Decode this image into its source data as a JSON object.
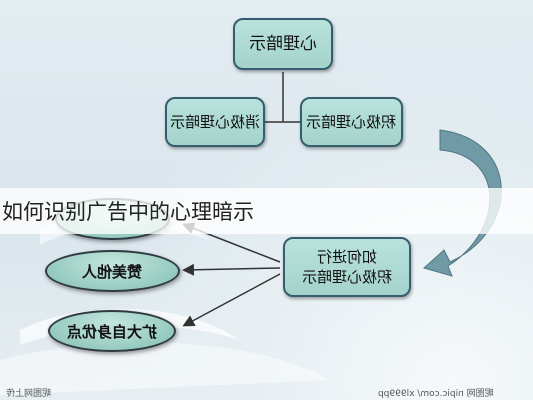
{
  "diagram": {
    "top_node": "心理暗示",
    "left_node": "消极心理暗示",
    "right_node": "积极心理暗示",
    "bottom_node": "如何进行\n积极心理暗示",
    "left_oval": "赞美他人",
    "right_oval": "扩大自身优点"
  },
  "banner": {
    "title": "如何识别广告中的心理暗示"
  },
  "watermark": {
    "left": "昵图网上传",
    "right": "昵图网 nipic.com/ xl999pp"
  },
  "colors": {
    "node_fill": "#a4d3cc",
    "node_border": "#355d6d",
    "arrow": "#6f9aa6"
  }
}
